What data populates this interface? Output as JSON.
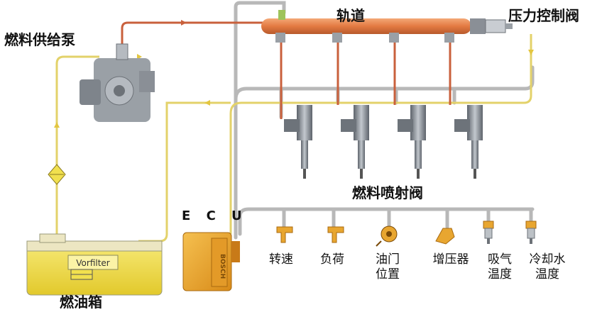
{
  "labels": {
    "pump": "燃料供给泵",
    "rail": "轨道",
    "pressure_valve": "压力控制阀",
    "injector": "燃料喷射阀",
    "tank": "燃油箱",
    "ecu": "E C U",
    "prefilter": "Vorfilter",
    "ecu_brand": "BOSCH"
  },
  "sensors": [
    {
      "line1": "转速",
      "line2": ""
    },
    {
      "line1": "负荷",
      "line2": ""
    },
    {
      "line1": "油门",
      "line2": "位置"
    },
    {
      "line1": "增压器",
      "line2": ""
    },
    {
      "line1": "吸气",
      "line2": "温度"
    },
    {
      "line1": "冷却水",
      "line2": "温度"
    }
  ],
  "colors": {
    "rail": "#e8844f",
    "high_pressure": "#c9603c",
    "return_line": "#e3d26a",
    "cable": "#b8b8b8",
    "ecu": "#e8a630",
    "fuel": "#f1e04e",
    "component": "#8a8f96"
  },
  "icons": [
    "pump-icon",
    "injector-icon",
    "pressure-valve-icon",
    "ecu-box-icon",
    "tank-icon",
    "filter-icon",
    "speed-sensor-icon",
    "load-sensor-icon",
    "throttle-sensor-icon",
    "boost-sensor-icon",
    "temp-sensor-icon"
  ]
}
